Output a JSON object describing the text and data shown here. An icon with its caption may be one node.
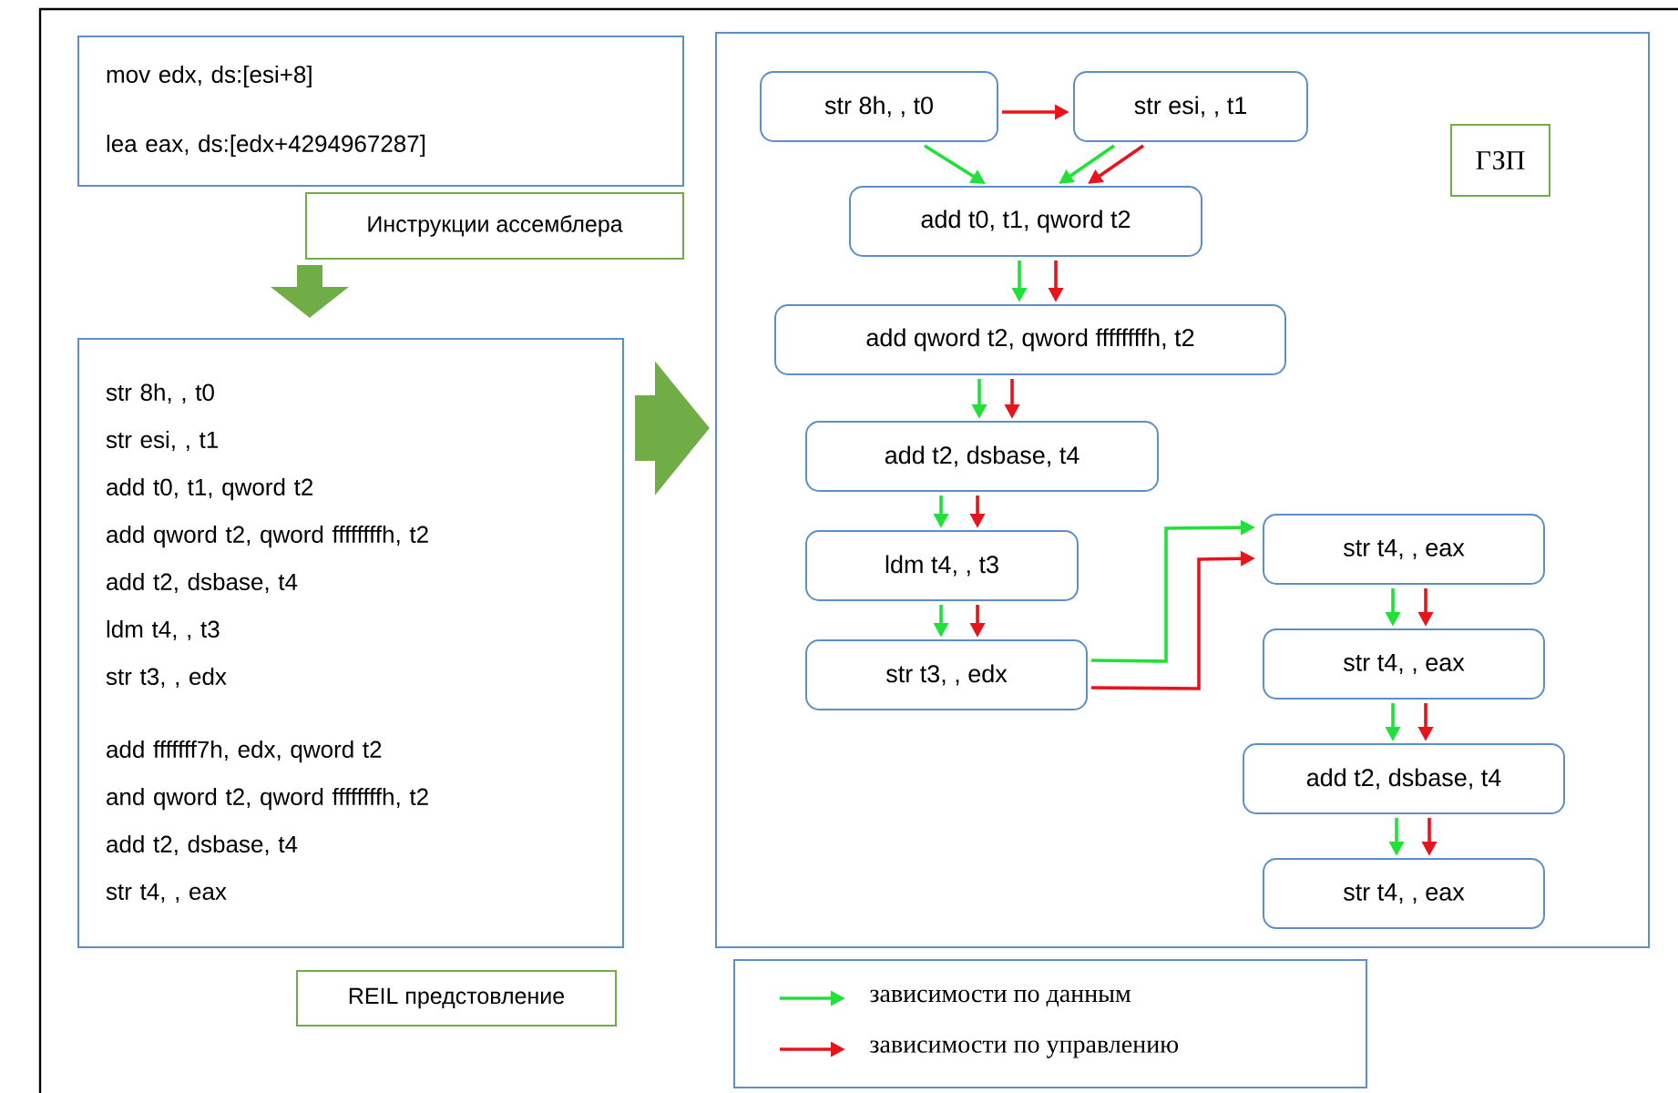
{
  "diagram": {
    "nodes": [
      {
        "text": [
          "mov edx, ds:[esi+8]",
          "lea eax, ds:[edx+4294967287]"
        ]
      },
      {
        "text": [
          "Инструкции ассемблера"
        ]
      },
      {
        "text": [
          "str 8h, , t0",
          "str esi, , t1",
          "add t0, t1, qword t2",
          "add qword t2, qword ffffffffh, t2",
          "add t2, dsbase, t4",
          "ldm t4, , t3",
          "str t3, , edx",
          "add fffffff7h, edx, qword t2",
          "and qword t2, qword ffffffffh, t2",
          "add t2, dsbase, t4",
          "str t4, , eax"
        ]
      },
      {
        "text": [
          "REIL предстовление"
        ]
      },
      {
        "text": [],
        "shape": "box"
      },
      {
        "text": [
          "ГЗП"
        ],
        "in": 4
      },
      {
        "text": [
          "str 8h, , t0"
        ],
        "in": 4
      },
      {
        "text": [
          "str esi, , t1"
        ],
        "in": 4
      },
      {
        "text": [
          "add t0, t1, qword t2"
        ],
        "in": 4
      },
      {
        "text": [
          "add qword t2, qword ffffffffh, t2"
        ],
        "in": 4
      },
      {
        "text": [
          "add t2, dsbase, t4"
        ],
        "in": 4
      },
      {
        "text": [
          "ldm t4, , t3"
        ],
        "in": 4
      },
      {
        "text": [
          "str t3, , edx"
        ],
        "in": 4
      },
      {
        "text": [
          "str t4, , eax"
        ],
        "in": 4
      },
      {
        "text": [
          "str t4, , eax"
        ],
        "in": 4
      },
      {
        "text": [
          "add t2, dsbase, t4"
        ],
        "in": 4
      },
      {
        "text": [
          "str t4, , eax"
        ],
        "in": 4
      }
    ],
    "edges": [
      {
        "from": 1,
        "to": 2,
        "arrow": "to",
        "style": "thick",
        "color": "#70ad47"
      },
      {
        "from": 2,
        "to": 4,
        "arrow": "to",
        "style": "thick",
        "color": "#70ad47"
      },
      {
        "from": 6,
        "to": 7,
        "arrow": "to",
        "color": "#e8141c"
      },
      {
        "from": 6,
        "to": 8,
        "arrow": "to",
        "color": "#22e03a"
      },
      {
        "from": 7,
        "to": 8,
        "arrow": "to",
        "color": "#22e03a"
      },
      {
        "from": 7,
        "to": 8,
        "arrow": "to",
        "color": "#e8141c"
      },
      {
        "from": 8,
        "to": 9,
        "arrow": "to",
        "color": "#22e03a"
      },
      {
        "from": 8,
        "to": 9,
        "arrow": "to",
        "color": "#e8141c"
      },
      {
        "from": 9,
        "to": 10,
        "arrow": "to",
        "color": "#22e03a"
      },
      {
        "from": 9,
        "to": 10,
        "arrow": "to",
        "color": "#e8141c"
      },
      {
        "from": 10,
        "to": 11,
        "arrow": "to",
        "color": "#22e03a"
      },
      {
        "from": 10,
        "to": 11,
        "arrow": "to",
        "color": "#e8141c"
      },
      {
        "from": 11,
        "to": 12,
        "arrow": "to",
        "color": "#22e03a"
      },
      {
        "from": 11,
        "to": 12,
        "arrow": "to",
        "color": "#e8141c"
      },
      {
        "from": 12,
        "to": 13,
        "arrow": "to",
        "color": "#22e03a"
      },
      {
        "from": 12,
        "to": 13,
        "arrow": "to",
        "color": "#e8141c"
      },
      {
        "from": 13,
        "to": 14,
        "arrow": "to",
        "color": "#22e03a"
      },
      {
        "from": 13,
        "to": 14,
        "arrow": "to",
        "color": "#e8141c"
      },
      {
        "from": 14,
        "to": 15,
        "arrow": "to",
        "color": "#22e03a"
      },
      {
        "from": 14,
        "to": 15,
        "arrow": "to",
        "color": "#e8141c"
      },
      {
        "from": 15,
        "to": 16,
        "arrow": "to",
        "color": "#22e03a"
      },
      {
        "from": 15,
        "to": 16,
        "arrow": "to",
        "color": "#e8141c"
      }
    ],
    "legend": [
      {
        "text": "зависимости по данным"
      },
      {
        "text": "зависимости по управлению"
      }
    ]
  }
}
